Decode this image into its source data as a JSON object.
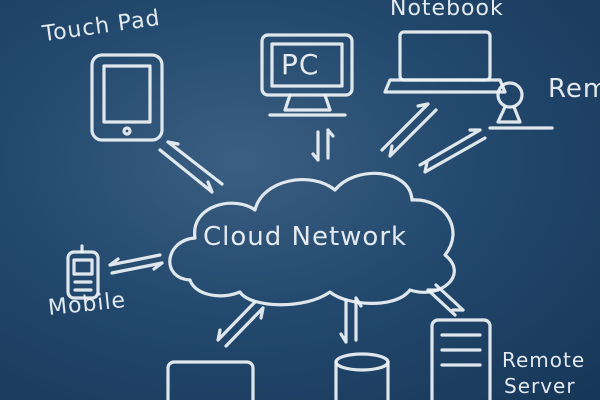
{
  "diagram": {
    "center": "Cloud Network",
    "nodes": {
      "touchpad": "Touch Pad",
      "pc": "PC",
      "notebook": "Notebook",
      "remote_user": "Rem",
      "mobile": "Mobile",
      "remote_server_line1": "Remote",
      "remote_server_line2": "Server"
    }
  },
  "colors": {
    "board": "#23496e",
    "chalk": "#eef3f6"
  }
}
